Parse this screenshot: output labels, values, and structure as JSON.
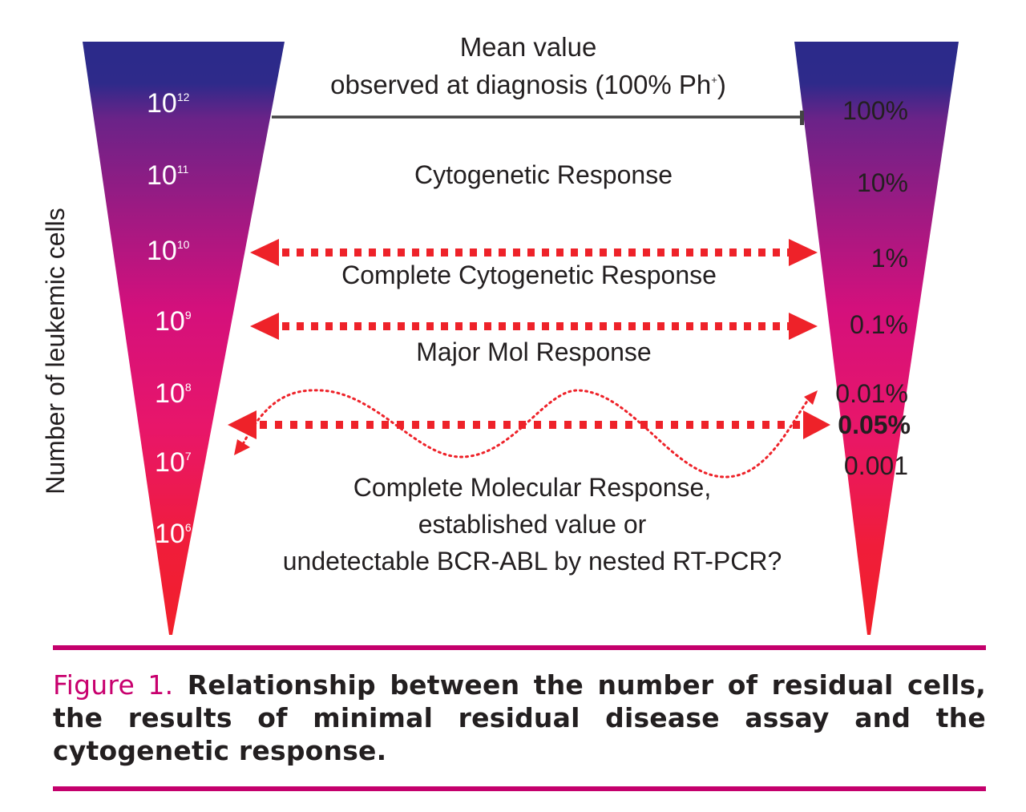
{
  "title": {
    "line1": "Mean value",
    "line2": "observed at diagnosis (100% Ph",
    "line2_sup": "+",
    "line2_end": ")"
  },
  "y_axis_label": "Number of leukemic cells",
  "left_cone": {
    "labels": [
      {
        "base": "10",
        "exp": "12"
      },
      {
        "base": "10",
        "exp": "11"
      },
      {
        "base": "10",
        "exp": "10"
      },
      {
        "base": "10",
        "exp": "9"
      },
      {
        "base": "10",
        "exp": "8"
      },
      {
        "base": "10",
        "exp": "7"
      },
      {
        "base": "10",
        "exp": "6"
      }
    ]
  },
  "right_cone": {
    "labels": [
      "100%",
      "10%",
      "1%",
      "0.1%",
      "0.01%",
      "0.05%",
      "0.001"
    ],
    "highlighted": "0.05%"
  },
  "responses": {
    "cytogenetic": "Cytogenetic Response",
    "complete_cytogenetic": "Complete Cytogenetic Response",
    "major_molecular": "Major Mol Response",
    "complete_molecular_line1": "Complete Molecular Response,",
    "complete_molecular_line2": "established value or",
    "complete_molecular_line3": "undetectable BCR-ABL by nested RT-PCR?"
  },
  "colors": {
    "cone_top": "#2b2a8a",
    "cone_mid": "#c0137f",
    "cone_bottom": "#f01d2a",
    "arrow_red": "#ee2229",
    "line_gray": "#444444",
    "accent_magenta": "#c4006c",
    "text_dark": "#231f20"
  },
  "caption": {
    "figure_label": "Figure 1.",
    "text": "Relationship between the number of residual cells, the results of minimal residual disease assay and the cytogenetic response."
  }
}
